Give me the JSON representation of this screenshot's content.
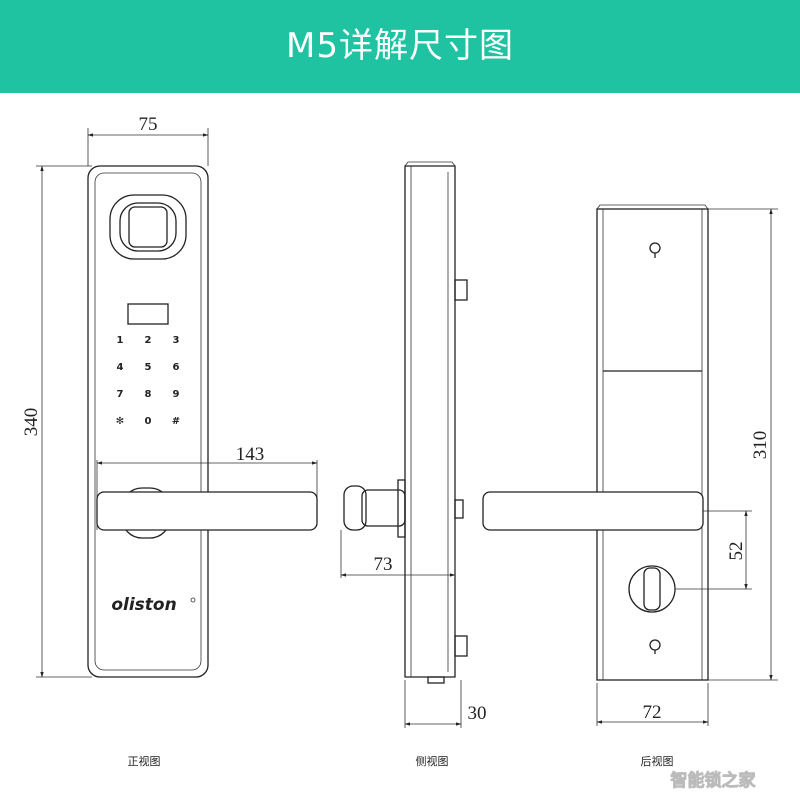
{
  "header": {
    "title": "M5详解尺寸图"
  },
  "brand": "oliston",
  "keypad": [
    "1",
    "2",
    "3",
    "4",
    "5",
    "6",
    "7",
    "8",
    "9",
    "✻",
    "0",
    "#"
  ],
  "dimensions": {
    "front_width": "75",
    "front_height": "340",
    "handle_length": "143",
    "side_projection": "73",
    "side_depth": "30",
    "back_height": "310",
    "back_handle_offset": "52",
    "back_width": "72"
  },
  "captions": {
    "front": "正视图",
    "side": "侧视图",
    "back": "后视图"
  },
  "watermark": "智能锁之家"
}
